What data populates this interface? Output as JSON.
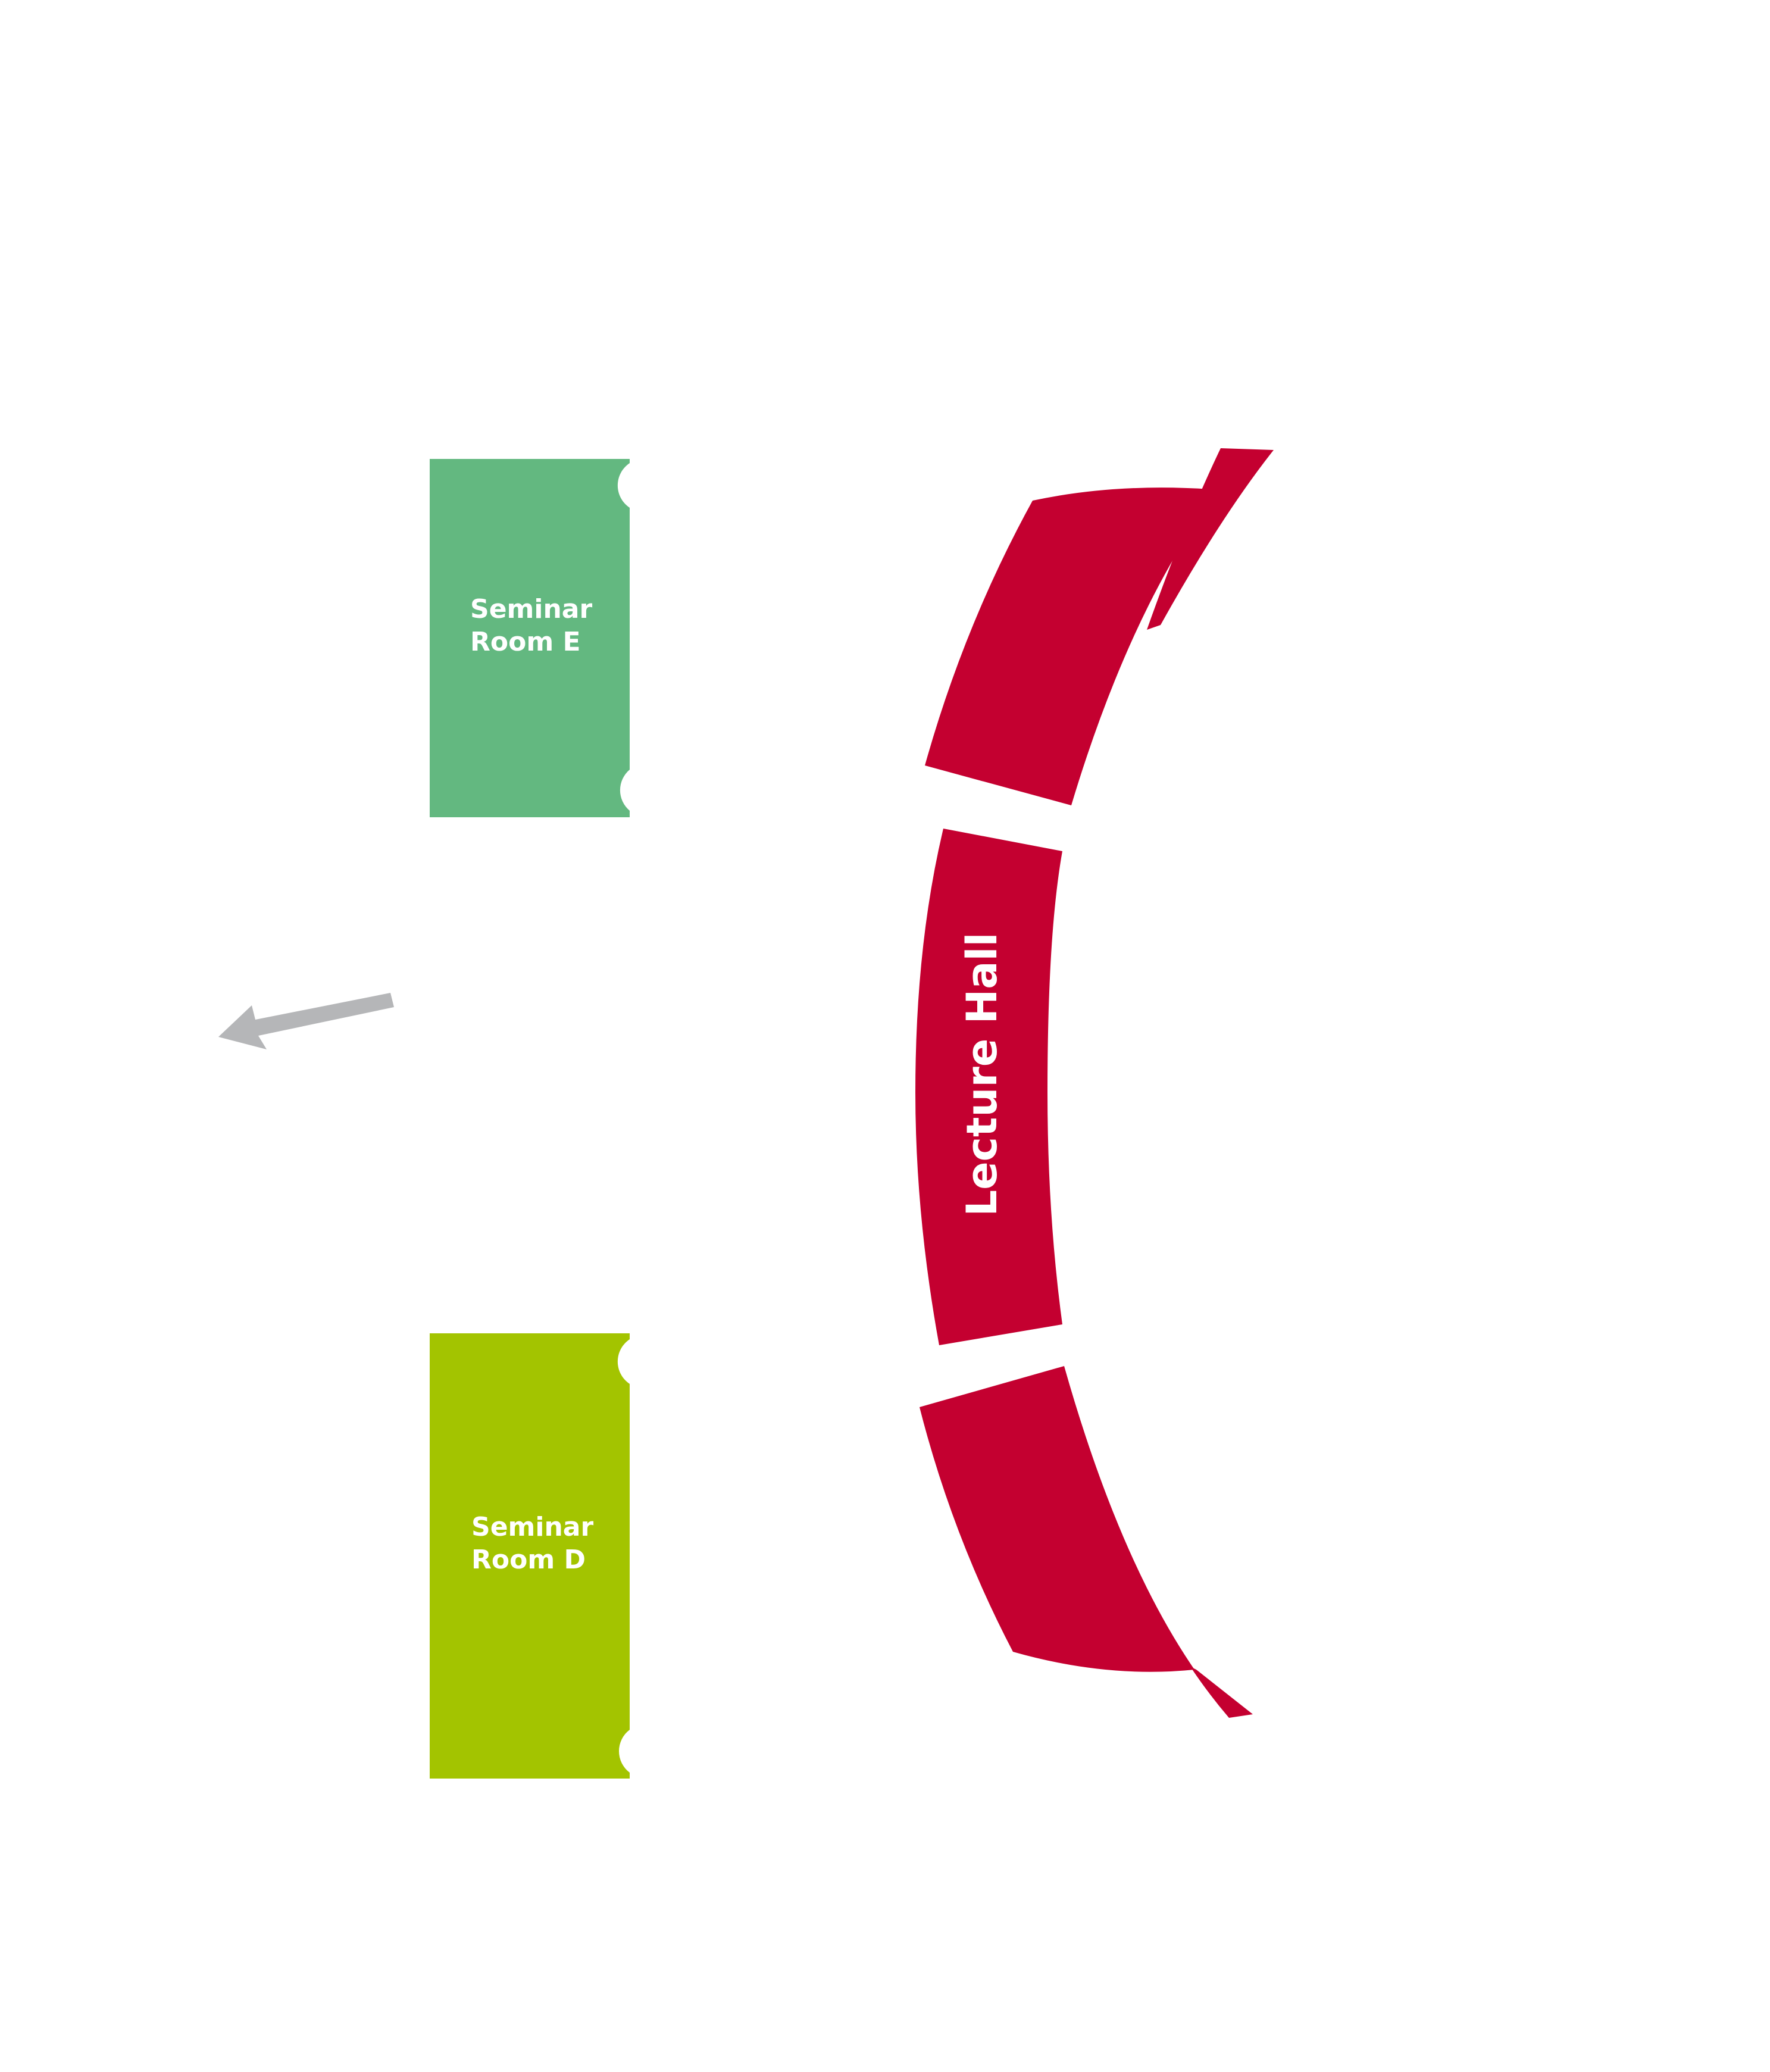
{
  "rooms": {
    "seminar_e": {
      "line1": "Seminar",
      "line2": "Room E",
      "color": "#63b880"
    },
    "seminar_d": {
      "line1": "Seminar",
      "line2": "Room D",
      "color": "#a3c400"
    },
    "lecture_hall": {
      "label": "Lecture Hall",
      "color": "#c40030"
    }
  },
  "arrow": {
    "color": "#b5b6b8",
    "icon": "arrow-left-icon"
  },
  "background": "#ffffff"
}
